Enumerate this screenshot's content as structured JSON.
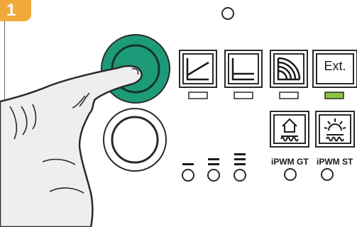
{
  "step": {
    "number": "1"
  },
  "mode_buttons": [
    {
      "icon": "heating-curve-icon",
      "led": "off"
    },
    {
      "icon": "constant-temperature-icon",
      "led": "off"
    },
    {
      "icon": "radiant-heat-icon",
      "led": "off"
    },
    {
      "icon": "external-control-icon",
      "label": "Ext.",
      "led": "on"
    }
  ],
  "pwm_modes": [
    {
      "icon": "house-heating-icon",
      "label": "iPWM GT"
    },
    {
      "icon": "sun-heating-icon",
      "label": "iPWM ST"
    }
  ],
  "speed_levels": [
    "low-speed-icon",
    "medium-speed-icon",
    "high-speed-icon"
  ],
  "colors": {
    "accent": "#1d9b78",
    "led_on": "#8cc63f",
    "badge": "#f2a93b",
    "skin": "#eeeeee"
  }
}
